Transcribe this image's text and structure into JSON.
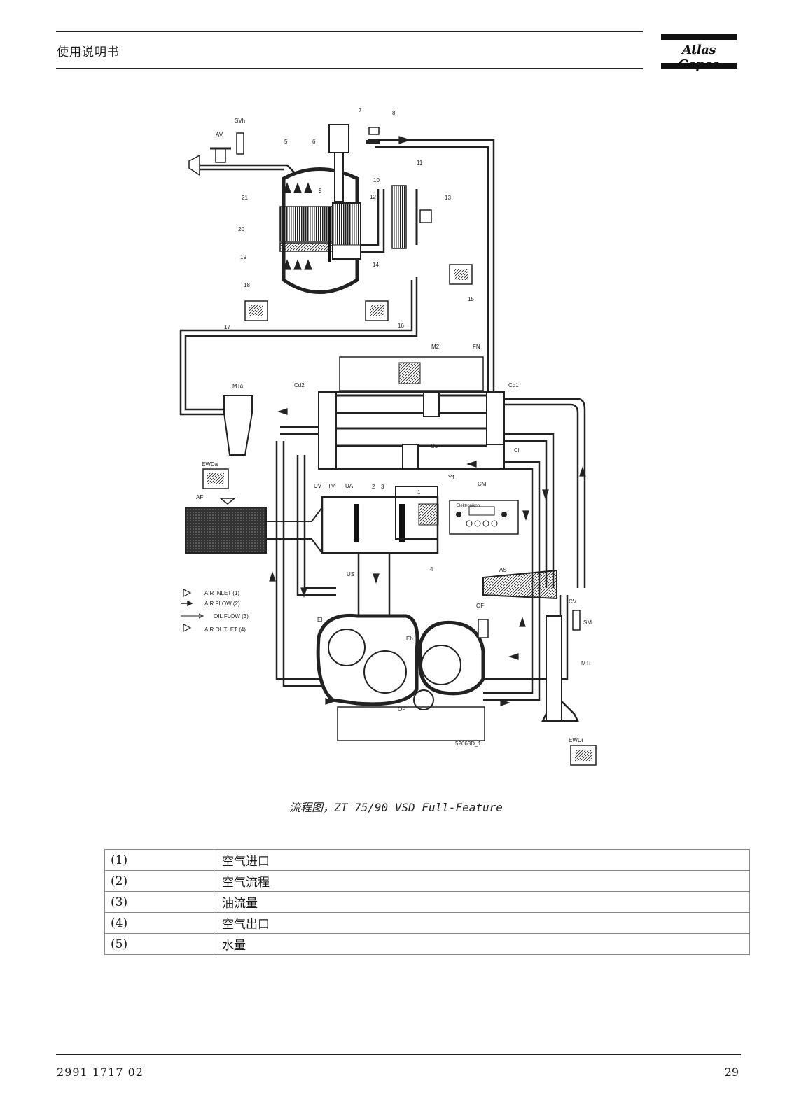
{
  "header": {
    "title": "使用说明书",
    "logo_text": "Atlas Copco"
  },
  "diagram": {
    "callouts": [
      "1",
      "2",
      "3",
      "4",
      "5",
      "6",
      "7",
      "8",
      "9",
      "10",
      "11",
      "12",
      "13",
      "14",
      "15",
      "16",
      "17",
      "18",
      "19",
      "20",
      "21"
    ],
    "labels": {
      "av": "AV",
      "svh": "SVh",
      "m2": "M2",
      "fn": "FN",
      "cd2": "Cd2",
      "cd1": "Cd1",
      "mta": "MTa",
      "co": "Co",
      "ci": "Ci",
      "ewda": "EWDa",
      "af": "AF",
      "uv": "UV",
      "tv": "TV",
      "ua": "UA",
      "y1": "Y1",
      "cm": "CM",
      "us": "US",
      "as": "AS",
      "cv": "CV",
      "of": "OF",
      "sm": "SM",
      "el": "El",
      "eh": "Eh",
      "mti": "MTi",
      "op": "OP",
      "ewdi": "EWDi",
      "drawing_id": "52663D_1",
      "panel": "Elektronikon"
    },
    "key": [
      {
        "symbol": "hollow-arrow",
        "text": "AIR INLET (1)"
      },
      {
        "symbol": "filled-arrow",
        "text": "AIR FLOW (2)"
      },
      {
        "symbol": "line-arrow",
        "text": "OIL FLOW (3)"
      },
      {
        "symbol": "hollow-arrow",
        "text": "AIR OUTLET (4)"
      }
    ]
  },
  "caption": "流程图，ZT 75/90 VSD Full-Feature",
  "legend": [
    {
      "key": "(1)",
      "value": "空气进口"
    },
    {
      "key": "(2)",
      "value": "空气流程"
    },
    {
      "key": "(3)",
      "value": "油流量"
    },
    {
      "key": "(4)",
      "value": "空气出口"
    },
    {
      "key": "(5)",
      "value": "水量"
    }
  ],
  "footer": {
    "doc_number": "2991 1717 02",
    "page": "29"
  }
}
